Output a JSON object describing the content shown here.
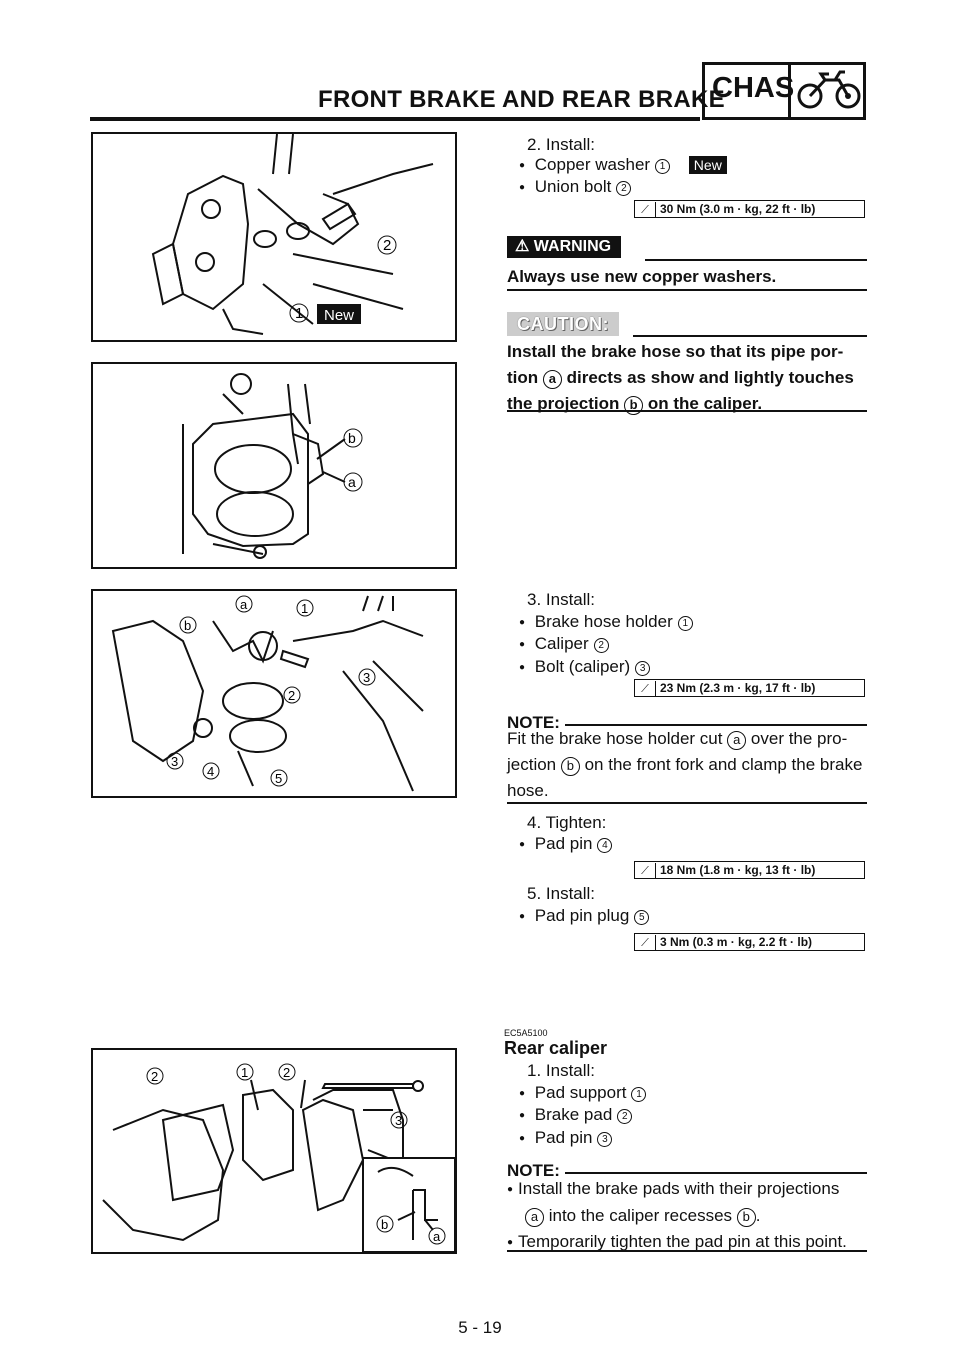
{
  "header": {
    "title": "FRONT BRAKE AND REAR BRAKE",
    "section_code": "CHAS",
    "section_icon": "motorcycle-icon"
  },
  "step2": {
    "heading": "2. Install:",
    "items": [
      {
        "label": "Copper washer",
        "ref": "1",
        "badge": "New"
      },
      {
        "label": "Union bolt",
        "ref": "2"
      }
    ],
    "torque": "30 Nm (3.0 m · kg, 22 ft · lb)"
  },
  "warning": {
    "label": "WARNING",
    "text": "Always use new copper washers."
  },
  "caution": {
    "label": "CAUTION:",
    "lines": [
      [
        "Install the brake hose so that its pipe por-"
      ],
      [
        "tion ",
        "a",
        " directs as show and lightly touches"
      ],
      [
        "the projection ",
        "b",
        " on the caliper."
      ]
    ]
  },
  "step3": {
    "heading": "3. Install:",
    "items": [
      {
        "label": "Brake hose holder",
        "ref": "1"
      },
      {
        "label": "Caliper",
        "ref": "2"
      },
      {
        "label": "Bolt (caliper)",
        "ref": "3"
      }
    ],
    "torque": "23 Nm (2.3 m · kg, 17 ft · lb)"
  },
  "note1": {
    "label": "NOTE:",
    "lines": [
      [
        "Fit the brake hose holder cut ",
        "a",
        " over the pro-"
      ],
      [
        "jection ",
        "b",
        " on the front fork and clamp the brake"
      ],
      [
        "hose."
      ]
    ]
  },
  "step4": {
    "heading": "4. Tighten:",
    "items": [
      {
        "label": "Pad pin",
        "ref": "4"
      }
    ],
    "torque": "18 Nm (1.8 m · kg, 13 ft · lb)"
  },
  "step5": {
    "heading": "5. Install:",
    "items": [
      {
        "label": "Pad pin plug",
        "ref": "5"
      }
    ],
    "torque": "3 Nm (0.3 m · kg, 2.2 ft · lb)"
  },
  "rear": {
    "code": "EC5A5100",
    "title": "Rear caliper",
    "heading": "1. Install:",
    "items": [
      {
        "label": "Pad support",
        "ref": "1"
      },
      {
        "label": "Brake pad",
        "ref": "2"
      },
      {
        "label": "Pad pin",
        "ref": "3"
      }
    ]
  },
  "note2": {
    "label": "NOTE:",
    "bullets": [
      [
        "Install the brake pads with their projections"
      ],
      [
        "a",
        " into the caliper recesses ",
        "b",
        "."
      ],
      [
        "Temporarily tighten the pad pin at this point."
      ]
    ]
  },
  "figures": {
    "fig1": {
      "labels": [
        "2",
        "1",
        "New"
      ]
    },
    "fig2": {
      "labels": [
        "b",
        "a"
      ]
    },
    "fig3": {
      "labels": [
        "a",
        "1",
        "b",
        "3",
        "2",
        "3",
        "4",
        "5"
      ]
    },
    "fig4": {
      "labels": [
        "2",
        "1",
        "2",
        "3",
        "b",
        "a"
      ]
    }
  },
  "footer": {
    "page": "5 - 19"
  }
}
